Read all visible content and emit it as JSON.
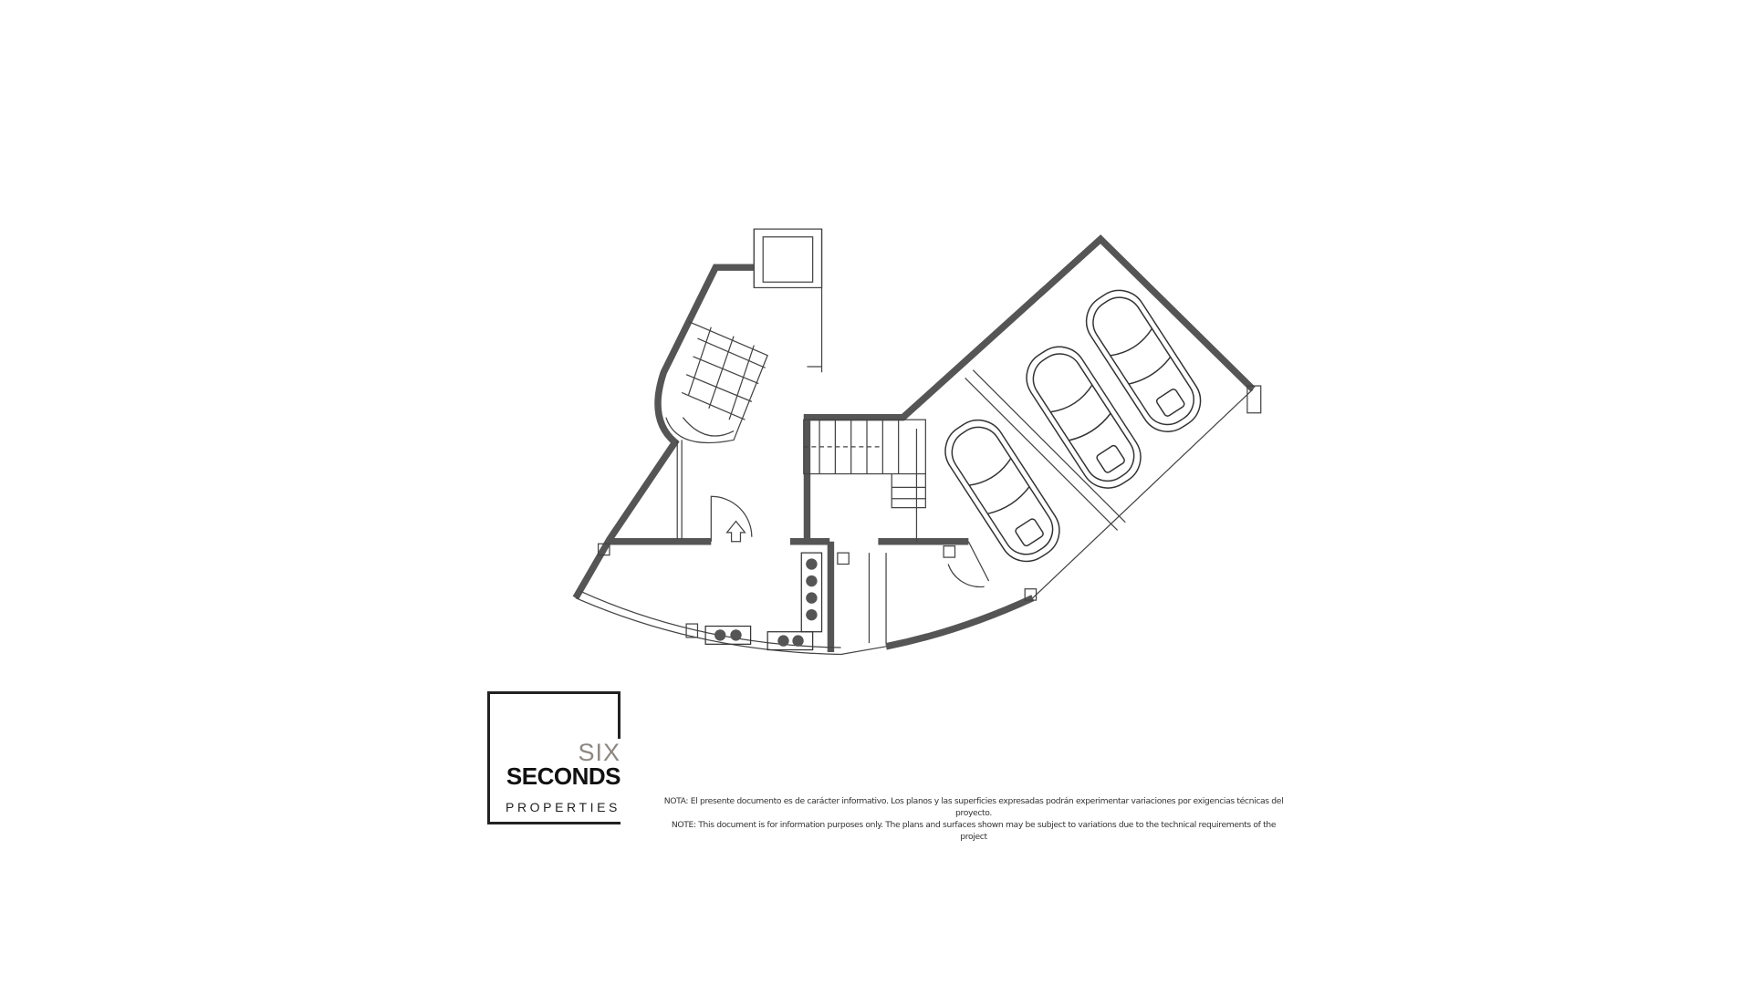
{
  "logo": {
    "line1": "SIX",
    "line2": "SECONDS",
    "line3": "PROPERTIES",
    "accent_color": "#8c8782"
  },
  "note": {
    "spanish": "NOTA: El presente documento es de carácter informativo. Los planos y las superficies expresadas podrán experimentar variaciones por exigencias técnicas del proyecto.",
    "english": "NOTE: This document is for information purposes only. The plans and surfaces shown may be subject to variations due to the technical requirements of the project"
  },
  "plan": {
    "wall_color": "#555555",
    "cars_shown": 3
  }
}
